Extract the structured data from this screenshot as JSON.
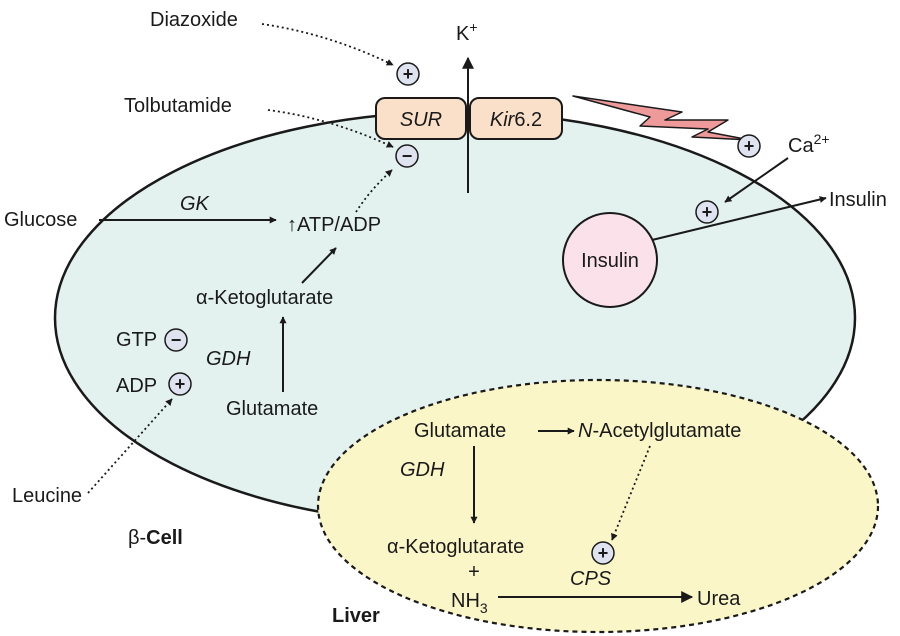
{
  "labels": {
    "diazoxide": "Diazoxide",
    "tolbutamide": "Tolbutamide",
    "k": "K",
    "k_sup": "+",
    "sur": "SUR",
    "kir_italic": "Kir",
    "kir_num": "6.2",
    "ca": "Ca",
    "ca_sup": "2+",
    "insulin_out": "Insulin",
    "insulin_granule": "Insulin",
    "glucose": "Glucose",
    "gk": "GK",
    "atp_adp": "ATP/ADP",
    "atp_arrow": "↑",
    "ketoglutarate_cell": "α-Ketoglutarate",
    "gtp": "GTP",
    "adp": "ADP",
    "gdh_cell": "GDH",
    "glutamate_cell": "Glutamate",
    "leucine": "Leucine",
    "beta_prefix": "β-",
    "beta_cell": "Cell",
    "liver": "Liver",
    "glutamate_liver": "Glutamate",
    "nag_italic": "N",
    "nag_rest": "-Acetylglutamate",
    "gdh_liver": "GDH",
    "ketoglutarate_liver": "α-Ketoglutarate",
    "plus": "+",
    "nh": "NH",
    "nh_sub": "3",
    "cps": "CPS",
    "urea": "Urea"
  },
  "signs": {
    "plus": "+",
    "minus": "−"
  },
  "colors": {
    "cell_fill": "#e3f1ef",
    "liver_fill": "#fbf6c8",
    "channel_fill": "#fbe0c9",
    "granule_fill": "#fbe1ea",
    "bolt_fill": "#ef9a9a",
    "badge_fill": "#dfe3ef"
  }
}
